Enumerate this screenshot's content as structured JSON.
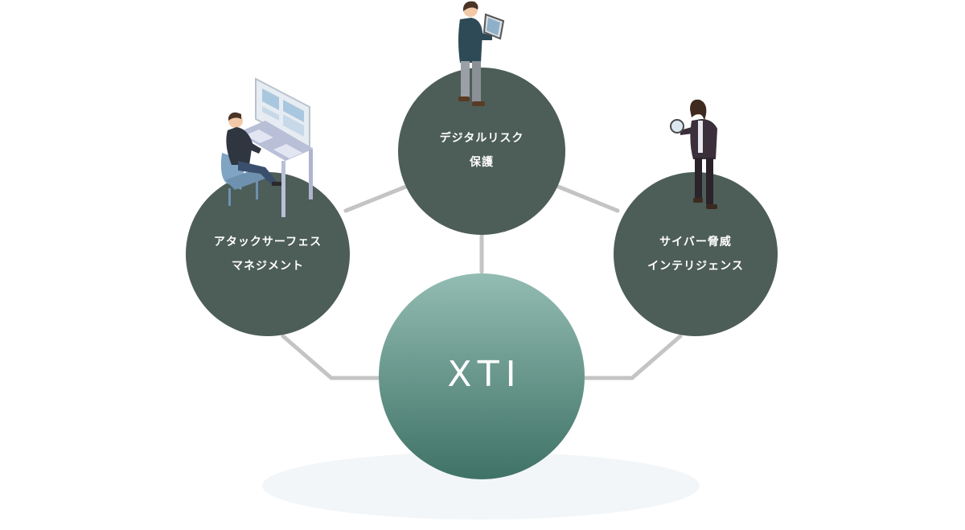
{
  "diagram": {
    "center": {
      "label": "XTI"
    },
    "nodes": [
      {
        "id": "attack-surface",
        "line1": "アタックサーフェス",
        "line2": "マネジメント"
      },
      {
        "id": "digital-risk",
        "line1": "デジタルリスク",
        "line2": "保護"
      },
      {
        "id": "threat-intel",
        "line1": "サイバー脅威",
        "line2": "インテリジェンス"
      }
    ]
  },
  "colors": {
    "node_fill": "#4d5d58",
    "center_top": "#93bcb2",
    "center_bottom": "#3f7266",
    "connector": "#c4c4c4",
    "shadow": "#f3f6f8"
  }
}
